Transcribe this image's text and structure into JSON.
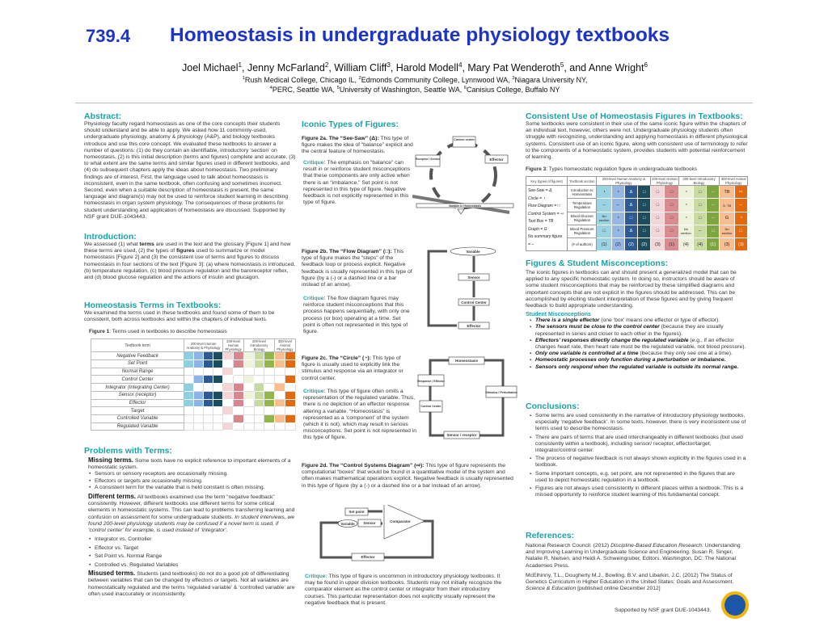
{
  "header": {
    "number": "739.4",
    "title": "Homeostasis in undergraduate physiology textbooks",
    "authors": [
      {
        "name": "Joel Michael",
        "sup": "1"
      },
      {
        "name": ", Jenny McFarland",
        "sup": "2"
      },
      {
        "name": ", William Cliff",
        "sup": "3"
      },
      {
        "name": ", Harold Modell",
        "sup": "4"
      },
      {
        "name": ", Mary Pat Wenderoth",
        "sup": "5"
      },
      {
        "name": ", and Anne Wright",
        "sup": "6"
      }
    ],
    "affiliations_line1": [
      {
        "sup": "1",
        "text": "Rush Medical College, Chicago IL, "
      },
      {
        "sup": "2",
        "text": "Edmonds Community College, Lynnwood WA, "
      },
      {
        "sup": "3",
        "text": "Niagara University NY,"
      }
    ],
    "affiliations_line2": [
      {
        "sup": "4",
        "text": "PERC, Seattle WA, "
      },
      {
        "sup": "5",
        "text": "University of Washington, Seattle WA, "
      },
      {
        "sup": "6",
        "text": "Canisius College, Buffalo NY"
      }
    ]
  },
  "abstract": {
    "heading": "Abstract:",
    "text": "Physiology faculty regard homeostasis as one of the core concepts their students should understand and be able to apply.  We asked how 11 commonly-used, undergraduate physiology, anatomy & physiology (A&P), and biology textbooks introduce and use this core concept.  We evaluated these textbooks to answer a number of questions: (1) do they contain an identifiable,  introductory ‘section’ on homeostasis, (2) is this initial description (terms and figures) complete and accurate, (3) to what extent are the same terms and similar figures used in different textbooks, and (4) do subsequent chapters apply the ideas about homeostasis. Two preliminary findings are of interest.  First, the language used to talk about homeostasis is inconsistent, even in the same textbook, often confusing and sometimes incorrect. Second, even when a suitable description of homeostasis is present, the same language and diagram(s) may not be used to reinforce student learning in describing homeostasis in organ system physiology.  The consequences of these problems for student understanding and application of homeostasis are discussed.  Supported by NSF grant DUE-1043443."
  },
  "introduction": {
    "heading": "Introduction:",
    "p1": "We assessed (1) what ",
    "b1": "terms",
    "p2": " are used in the text and the glossary [Figure 1] and how these terms are used, (2) the types of ",
    "b2": "figures",
    "p3": " used to summarize or model homeostasis [Figure 2]  and (3) the consistent use of terms and figures to discuss homeostasis in four sections of the text [Figure 3]: (a) where homeostasis is introduced, (b) temperature regulation, (c) blood pressure regulation and the baroreceptor reflex, and (d) blood glucose regulation and the actions of insulin and glucagon."
  },
  "terms": {
    "heading": "Homeostasis Terms in Textbooks:",
    "text": "We examined the terms used in these textbooks and found some of them to be consistent, both across textbooks and within the chapters of individual texts.",
    "fig_label": "Figure 1",
    "fig_caption": ": Terms used in textbooks to describe homeostasis",
    "col_header": "Textbook term",
    "groups": [
      {
        "label": "200-level Human Anatomy & Physiology",
        "span": 4
      },
      {
        "label": "200-level Human Physiology",
        "span": 2
      },
      {
        "label": "200-level Introductory Biology",
        "span": 3
      },
      {
        "label": "300-level Animal Physiology",
        "span": 2
      }
    ],
    "colors": [
      "#8ecfe0",
      "#8fb3e6",
      "#2d5a94",
      "#1c4d5e",
      "#f4d5d7",
      "#d9878c",
      "#eef3dc",
      "#c6db9f",
      "#93b54c",
      "#f9be8f",
      "#e2690f"
    ],
    "rows": [
      {
        "term": "Negative Feedback",
        "used": [
          1,
          1,
          1,
          1,
          1,
          1,
          1,
          1,
          1,
          1,
          1
        ]
      },
      {
        "term": "Set Point",
        "used": [
          1,
          1,
          1,
          1,
          0,
          1,
          1,
          1,
          1,
          1,
          1
        ]
      },
      {
        "term": "Normal Range",
        "used": [
          0,
          0,
          0,
          0,
          1,
          0,
          0,
          0,
          0,
          0,
          0
        ]
      },
      {
        "term": "Control Center",
        "used": [
          0,
          1,
          1,
          1,
          0,
          0,
          1,
          0,
          0,
          0,
          1
        ]
      },
      {
        "term": "Integrator (Integrating Center)",
        "used": [
          1,
          0,
          0,
          0,
          1,
          1,
          0,
          1,
          0,
          1,
          0
        ]
      },
      {
        "term": "Sensor (receptor)",
        "used": [
          1,
          1,
          1,
          1,
          1,
          1,
          1,
          1,
          1,
          0,
          1
        ]
      },
      {
        "term": "Effector",
        "used": [
          1,
          1,
          1,
          1,
          0,
          1,
          0,
          1,
          1,
          1,
          1
        ]
      },
      {
        "term": "Target",
        "used": [
          0,
          0,
          0,
          0,
          1,
          0,
          0,
          0,
          0,
          0,
          0
        ]
      },
      {
        "term": "Controlled Variable",
        "used": [
          0,
          0,
          0,
          0,
          0,
          1,
          0,
          0,
          1,
          1,
          1
        ]
      },
      {
        "term": "Regulated Variable",
        "used": [
          0,
          0,
          0,
          0,
          1,
          0,
          0,
          0,
          0,
          0,
          0
        ]
      }
    ]
  },
  "problems": {
    "heading": "Problems with Terms:",
    "missing_lead": "Missing terms.",
    "missing_text": " Some texts have no explicit reference to important elements of a homeostatic system.",
    "missing_items": [
      "Sensors or sensory receptors are occasionally missing.",
      "Effectors or targets are occasionally missing.",
      "A consistent term for the variable that is held constant is often missing."
    ],
    "different_lead": "Different terms.",
    "different_text": "  All textbooks examined use the term “negative feedback” consistently.  However, different textbooks use different terms for some critical elements in homeostatic systems. This can lead to problems transferring learning and confusion on assessment for some undergraduate students.",
    "different_italic": "In student interviews, we found 200-level physiology students may be confused if a novel term is used, if ‘control center’ for example, is used instead of ‘integrator’.",
    "different_items": [
      "Integrator vs. Controller",
      "Effector vs. Target",
      "Set Point vs. Normal Range",
      "Controlled vs. Regulated Variables"
    ],
    "misused_lead": "Misused terms.",
    "misused_text": "  Students (and textbooks) do not do a good job of differentiating between variables that can be changed by effectors or targets.  Not all variables are homeostatically regulated and the terms ‘regulated variable’ & ‘controlled variable’ are often used inaccurately or inconsistently."
  },
  "figures": {
    "heading": "Iconic Types of Figures:",
    "critique_label": "Critique:",
    "f2a": {
      "title": "Figure 2a.  The “See-Saw” (Δ):",
      "text": "  This type of figure makes the idea of “balance” explicit and the central feature of homeostasis.",
      "critique": " The emphasis on “balance” can result in or reinforce student misconceptions that these components are only active when there is an “imbalance.” Set point is not represented in this type of figure.  Negative feedback is not explicitly represented in this type of figure.",
      "labels": {
        "control": "Control center",
        "effector": "Effector",
        "receptor": "Receptor / Sensor",
        "variable": "Variable in Homeostasis"
      }
    },
    "f2b": {
      "title": "Figure 2b. The “Flow Diagram” (□):",
      "text": "  This type of figure makes the “steps” of the feedback loop or process explicit. Negative feedback is usually represented in this type of figure (by a (-) or a dashed line or a bar instead of an arrow).",
      "critique": " The flow diagram figures may reinforce student misconceptions that this process happens sequentially, with only one process (or box) operating at a time.  Set point is often not represented in this type of figure.",
      "labels": {
        "variable": "Variable",
        "sensor": "Sensor",
        "control": "Control Center",
        "effector": "Effector"
      }
    },
    "f2c": {
      "title": "Figure 2c. The “Circle” (◔):",
      "text": "  This type of figure is usually used to explicitly link the stimulus and response via an integrator or control center.",
      "critique": " This type of figure often omits a representation of the regulated variable.  Thus, there is no depiction of an effector response altering a variable. “Homeostasis” is represented as a ‘component’ of the system (which it is not), which may result in serious misconceptions.  Set point is not represented in this type of figure.",
      "labels": {
        "homeostasis": "Homeostasis",
        "stimulus": "Stimulus / Perturbation",
        "sensor": "Sensor / receptor",
        "control": "Control Center",
        "response": "Response / Effector"
      }
    },
    "f2d": {
      "title": "Figure 2d. The “Control Systems Diagram” (⇨):",
      "text": "  This type of figure represents the computational “boxes” that would be found in a quantitative model of the system and often makes mathematical operations explicit. Negative feedback is usually represented in this type of figure (by a (-) or a dashed line or a bar instead of an arrow).",
      "critique": " This type of figure is uncommon in introductory physiology textbooks. It may be found in upper division textbooks.  Students may  not initially recognize the comparator element as the control center or integrator from their introductory courses.  This particular representation does not explicitly visually represent the negative feedback that is present.",
      "labels": {
        "setpoint": "Set point",
        "comparator": "Comparator",
        "variable": "Variable",
        "sensor": "Sensor",
        "effector": "Effector"
      }
    }
  },
  "consistent": {
    "heading": "Consistent Use of Homeostasis Figures in Textbooks:",
    "text": "Some textbooks were consistent in their use of the same iconic figure within the chapters of an individual text, however, others were not.  Undergraduate physiology students often struggle with recognizing, understanding and applying homeostasis in different physiological systems.  Consistent use of an iconic figure, along with consistent use of terminology to refer to the components of a homeostatic system, provides students with potential reinforcement of learning.",
    "fig_label": "Figure 3",
    "fig_caption": ": Types homeostatic regulation figure in undergraduate textbooks",
    "key_header": "Key (types of figures)",
    "section_header": "Textbook section",
    "key": [
      "See-Saw = Δ",
      "Circle = ◔",
      "Flow Diagram = □",
      "Control System = ⇨",
      "Text Box = TB",
      "Graph = G",
      "No summary figure = –"
    ],
    "rows": [
      {
        "section": "Introduction to Homeostasis",
        "cells": [
          "◔",
          "◔",
          "Δ",
          "□",
          "□",
          "□",
          "◔",
          "□",
          "–",
          "TB",
          "⇨"
        ]
      },
      {
        "section": "Temperature Regulation",
        "cells": [
          "–",
          "–",
          "Δ",
          "□",
          "□",
          "□",
          "◔",
          "□",
          "–",
          "G, TB",
          "–"
        ]
      },
      {
        "section": "Blood Glucose Regulation",
        "cells": [
          "No section",
          "◔",
          "□",
          "□",
          "□",
          "□",
          "◔",
          "□",
          "–",
          "G",
          "◔"
        ]
      },
      {
        "section": "Blood Pressure Regulation",
        "cells": [
          "□",
          "◔",
          "Δ",
          "□",
          "□",
          "□",
          "No section",
          "–",
          "□",
          "No section",
          "□"
        ]
      },
      {
        "section": "(# of authors)",
        "cells": [
          "(1)",
          "(2)",
          "(2)",
          "(2)",
          "(3)",
          "(1)",
          "(4)",
          "(4)",
          "(1)",
          "(3)",
          "(3)"
        ]
      }
    ]
  },
  "misconceptions": {
    "heading": "Figures & Student Misconceptions:",
    "text": "The iconic figures in textbooks can and should present a generalized model that can be applied to any specific homeostatic system.  In doing so, instructors should be aware of some student misconceptions that may be reinforced by these simplified diagrams and important concepts that are not explicit in the figures should be addressed. This can be accomplished by eliciting student interpretation of these figures and by giving frequent feedback to build appropriate understanding.",
    "subheading": "Student Misconceptions",
    "items": [
      {
        "lead": "There is a single effector",
        "rest": " (one ‘box’ means one effector or type of effector)."
      },
      {
        "lead": "The sensors  must be close to the control center",
        "rest": " (because they are usually represented in series and closer to each other in the figures)."
      },
      {
        "lead": "Effectors’ responses directly change the regulated variable",
        "rest": " (e.g., if an effector changes heart rate, then heart rate must be the regulated variable, not blood pressure)."
      },
      {
        "lead": "Only one variable is controlled at a time",
        "rest": " (because they only see one at a time)."
      },
      {
        "lead": "Homeostatic processes only function during a perturbation or imbalance.",
        "rest": ""
      },
      {
        "lead": "Sensors only respond when the regulated variable is outside its normal range.",
        "rest": ""
      }
    ]
  },
  "conclusions": {
    "heading": "Conclusions:",
    "items": [
      "Some terms are used consistently in the narrative of introductory physiology textbooks, especially ‘negative feedback’. In some texts, however, there is very inconsistent use of terms used to describe homeostasis.",
      "There are pairs of terms that are used interchangeably in different textbooks (but used consistently within a textbook), including sensor/ receptor, effector/target, integrator/control center.",
      "The process of negative feedback is not always shown explicitly in the figures used in a textbook.",
      "Some important concepts, e.g. set point, are not represented in the figures that are used to depict homeostatic regulation in a textbook.",
      "Figures are not always used consistently in different places within a textbook.  This is a missed opportunity to reinforce student learning of this fundamental concept."
    ]
  },
  "references": {
    "heading": "References:",
    "r1a": "National Research Council. (2012) ",
    "r1i": "Discipline-Based Education Research:",
    "r1b": " Understanding and Improving Learning in Undergraduate Science and Engineering. Susan R. Singer, Natalie R. Nielsen, and Heidi A. Schweingruber, Editors. Washington, DC: The National Academies Press.",
    "r2a": "McElhinny, T.L., Dougherty M.J., Bowling, B.V. and Libarkin, J.C. (2012) The Status of Genetics Curriculum in Higher Education in the United States: Goals and Assessment.  ",
    "r2i": "Science & Education",
    "r2b": " [published online December 2012]",
    "support": "Supported by NSF grant DUE-1043443.",
    "logo": "NSF"
  }
}
